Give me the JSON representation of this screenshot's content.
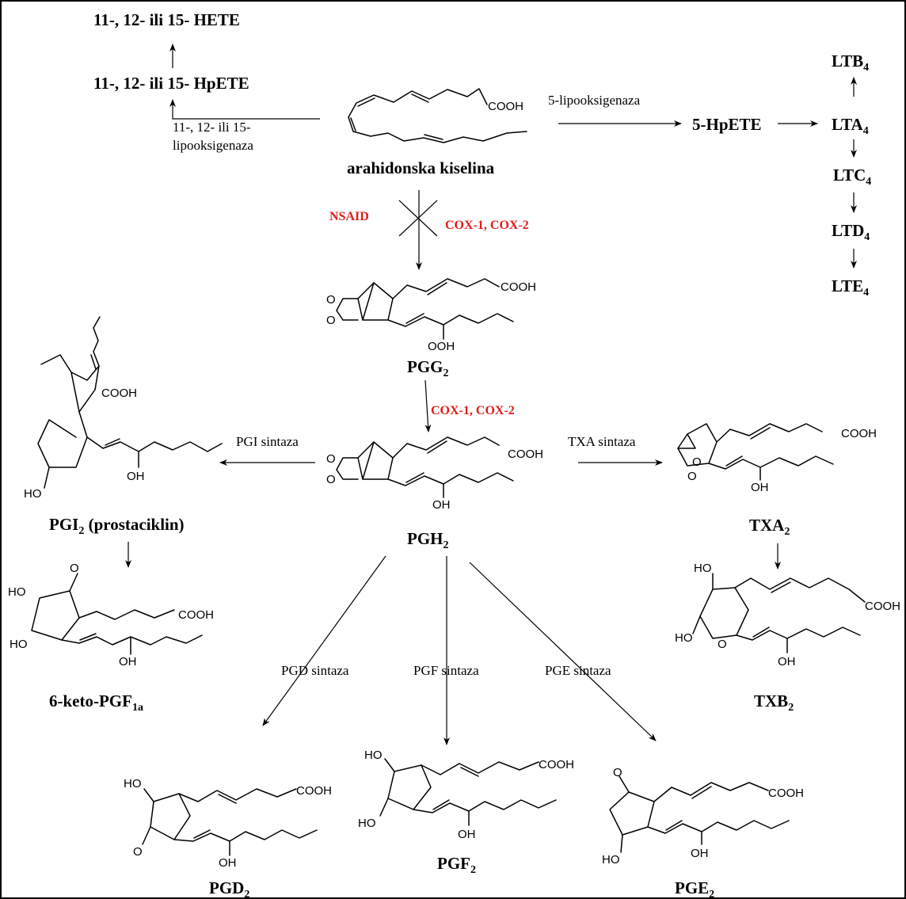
{
  "compounds": {
    "hete": "11-, 12- ili 15- HETE",
    "hpete": "11-, 12- ili 15- HpETE",
    "arachidonic": "arahidonska kiselina",
    "hpete5": "5-HpETE",
    "ltb4": "LTB",
    "lta4": "LTA",
    "ltc4": "LTC",
    "ltd4": "LTD",
    "lte4": "LTE",
    "lt_sub": "4",
    "pgg2": "PGG",
    "pgh2": "PGH",
    "pgi2_main": "PGI",
    "pgi2_rest": " (prostaciklin)",
    "txa2": "TXA",
    "txb2": "TXB",
    "keto": "6-keto-PGF",
    "keto_sub": "1a",
    "pgd2": "PGD",
    "pgf2": "PGF",
    "pge2": "PGE",
    "sub2": "2"
  },
  "enzymes": {
    "lox_line1": "11-, 12- ili 15-",
    "lox_line2": "lipooksigenaza",
    "lox5": "5-lipooksigenaza",
    "nsaid": "NSAID",
    "cox_top": "COX-1, COX-2",
    "cox_mid": "COX-1, COX-2",
    "pgi_synthase": "PGI sintaza",
    "txa_synthase": "TXA sintaza",
    "pgd_synthase": "PGD sintaza",
    "pgf_synthase": "PGF sintaza",
    "pge_synthase": "PGE sintaza"
  },
  "atoms": {
    "cooh": "COOH",
    "ooh": "OOH",
    "oh": "OH",
    "ho": "HO",
    "o": "O"
  },
  "colors": {
    "inhibitor": "#e31b1b",
    "border": "#000000"
  }
}
